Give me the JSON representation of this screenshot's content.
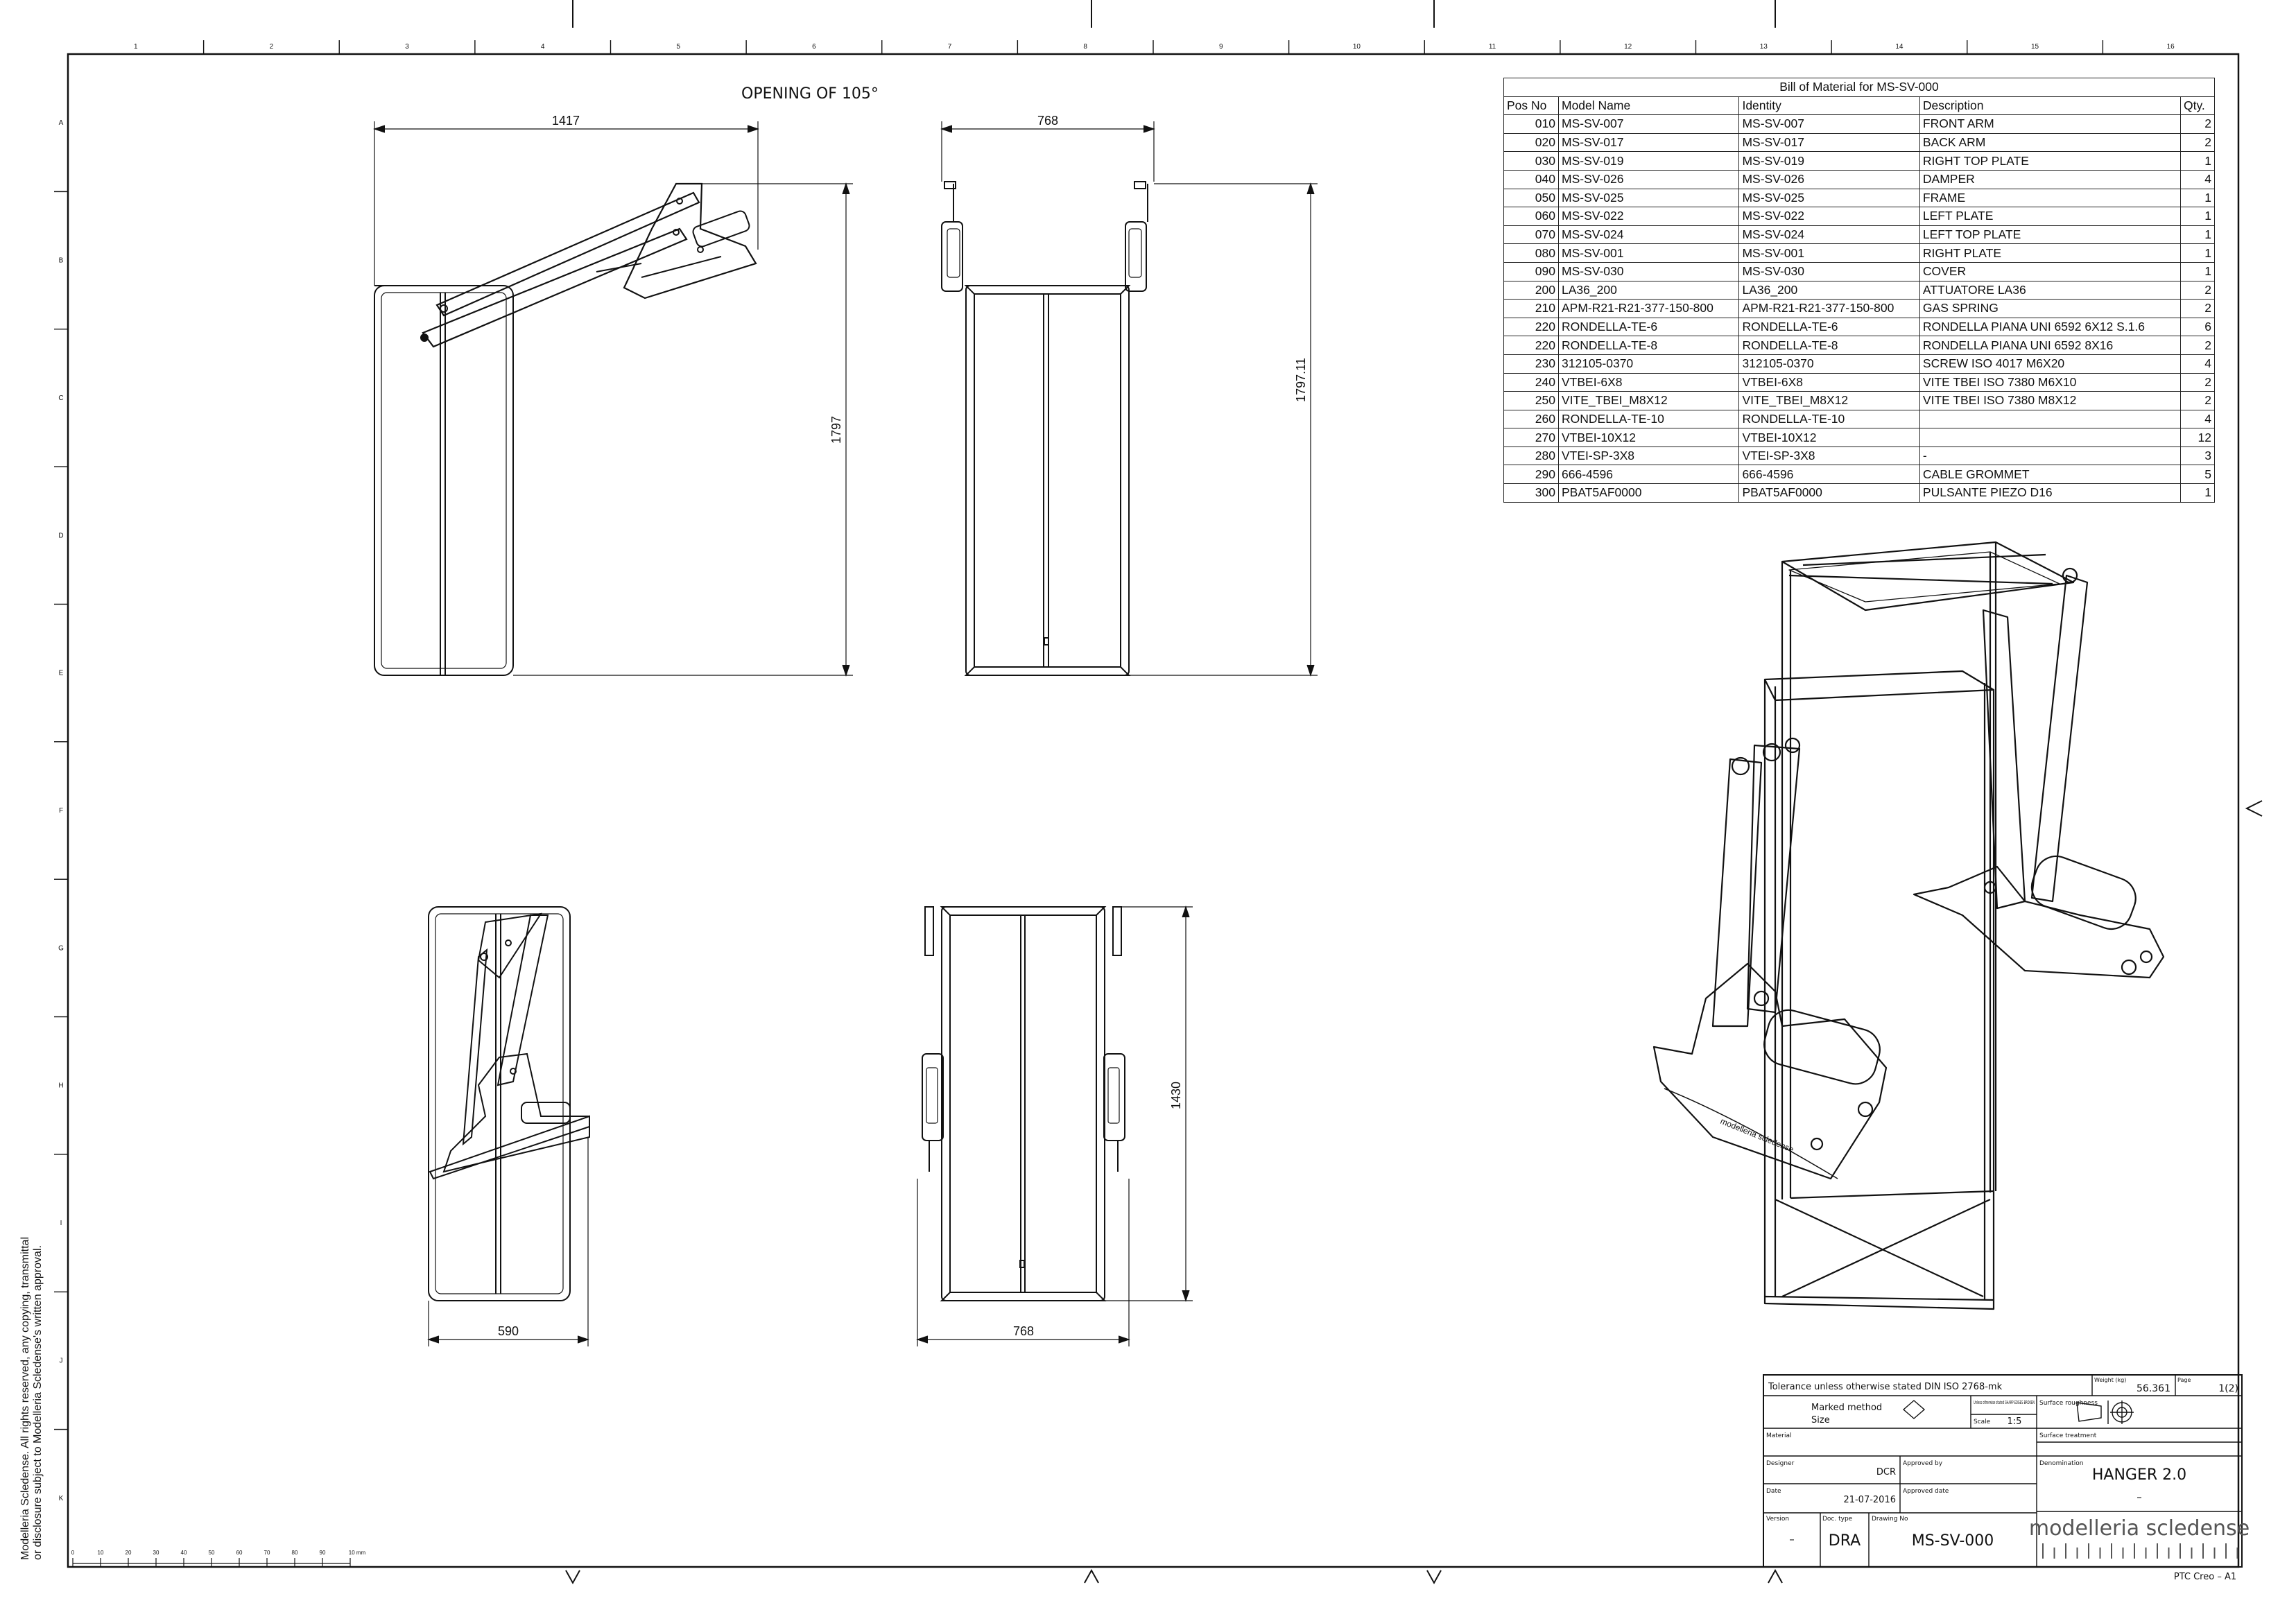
{
  "view_title": "OPENING OF 105°",
  "dimensions": {
    "open_side_width": "1417",
    "open_side_height": "1797",
    "open_front_width": "768",
    "open_front_height": "1797.11",
    "closed_side_width": "590",
    "closed_front_width": "768",
    "closed_front_height": "1430"
  },
  "column_labels": [
    "1",
    "2",
    "3",
    "4",
    "5",
    "6",
    "7",
    "8",
    "9",
    "10",
    "11",
    "12",
    "13",
    "14",
    "15",
    "16"
  ],
  "row_labels": [
    "A",
    "B",
    "C",
    "D",
    "E",
    "F",
    "G",
    "H",
    "I",
    "J",
    "K"
  ],
  "bom": {
    "title": "Bill of Material for MS-SV-000",
    "headers": [
      "Pos No",
      "Model Name",
      "Identity",
      "Description",
      "Qty."
    ],
    "rows": [
      [
        "010",
        "MS-SV-007",
        "MS-SV-007",
        "FRONT ARM",
        "2"
      ],
      [
        "020",
        "MS-SV-017",
        "MS-SV-017",
        "BACK ARM",
        "2"
      ],
      [
        "030",
        "MS-SV-019",
        "MS-SV-019",
        "RIGHT TOP PLATE",
        "1"
      ],
      [
        "040",
        "MS-SV-026",
        "MS-SV-026",
        "DAMPER",
        "4"
      ],
      [
        "050",
        "MS-SV-025",
        "MS-SV-025",
        "FRAME",
        "1"
      ],
      [
        "060",
        "MS-SV-022",
        "MS-SV-022",
        "LEFT PLATE",
        "1"
      ],
      [
        "070",
        "MS-SV-024",
        "MS-SV-024",
        "LEFT TOP PLATE",
        "1"
      ],
      [
        "080",
        "MS-SV-001",
        "MS-SV-001",
        "RIGHT PLATE",
        "1"
      ],
      [
        "090",
        "MS-SV-030",
        "MS-SV-030",
        "COVER",
        "1"
      ],
      [
        "200",
        "LA36_200",
        "LA36_200",
        "ATTUATORE LA36",
        "2"
      ],
      [
        "210",
        "APM-R21-R21-377-150-800",
        "APM-R21-R21-377-150-800",
        "GAS SPRING",
        "2"
      ],
      [
        "220",
        "RONDELLA-TE-6",
        "RONDELLA-TE-6",
        "RONDELLA PIANA UNI 6592 6X12 S.1.6",
        "6"
      ],
      [
        "220",
        "RONDELLA-TE-8",
        "RONDELLA-TE-8",
        "RONDELLA PIANA UNI 6592 8X16",
        "2"
      ],
      [
        "230",
        "312105-0370",
        "312105-0370",
        "SCREW ISO 4017 M6X20",
        "4"
      ],
      [
        "240",
        "VTBEI-6X8",
        "VTBEI-6X8",
        "VITE TBEI ISO 7380 M6X10",
        "2"
      ],
      [
        "250",
        "VITE_TBEI_M8X12",
        "VITE_TBEI_M8X12",
        "VITE TBEI ISO 7380 M8X12",
        "2"
      ],
      [
        "260",
        "RONDELLA-TE-10",
        "RONDELLA-TE-10",
        "",
        "4"
      ],
      [
        "270",
        "VTBEI-10X12",
        "VTBEI-10X12",
        "",
        "12"
      ],
      [
        "280",
        "VTEI-SP-3X8",
        "VTEI-SP-3X8",
        "-",
        "3"
      ],
      [
        "290",
        "666-4596",
        "666-4596",
        "CABLE GROMMET",
        "5"
      ],
      [
        "300",
        "PBAT5AF0000",
        "PBAT5AF0000",
        "PULSANTE PIEZO D16",
        "1"
      ]
    ]
  },
  "title_block": {
    "tolerance": "Tolerance unless otherwise stated DIN ISO 2768-mk",
    "weight_label": "Weight (kg)",
    "weight": "56.361",
    "page_label": "Page",
    "page": "1(2)",
    "marked_method": "Marked method",
    "size": "Size",
    "unless_note": "Unless otherwise stated SHARP EDGES BROKEN",
    "scale_label": "Scale",
    "scale": "1:5",
    "surface_roughness": "Surface roughness",
    "material_label": "Material",
    "surface_treatment": "Surface treatment",
    "designer_label": "Designer",
    "designer": "DCR",
    "approved_by_label": "Approved by",
    "denomination_label": "Denomination",
    "denomination": "HANGER 2.0",
    "denomination_sub": "–",
    "date_label": "Date",
    "date": "21-07-2016",
    "approved_date_label": "Approved date",
    "version_label": "Version",
    "version": "–",
    "doc_type_label": "Doc. type",
    "doc_type": "DRA",
    "drawing_no_label": "Drawing No",
    "drawing_no": "MS-SV-000",
    "company": "modelleria scledense"
  },
  "copyright": [
    "Modelleria Scledense. All rights reserved, any copying, transmittal",
    "or disclosure subject to Modelleria Scledense's written approval."
  ],
  "software": "PTC Creo – A1",
  "scale_bar": [
    "0",
    "10",
    "20",
    "30",
    "40",
    "50",
    "60",
    "70",
    "80",
    "90",
    "10 mm"
  ],
  "logo_text": "modelleria scledense"
}
